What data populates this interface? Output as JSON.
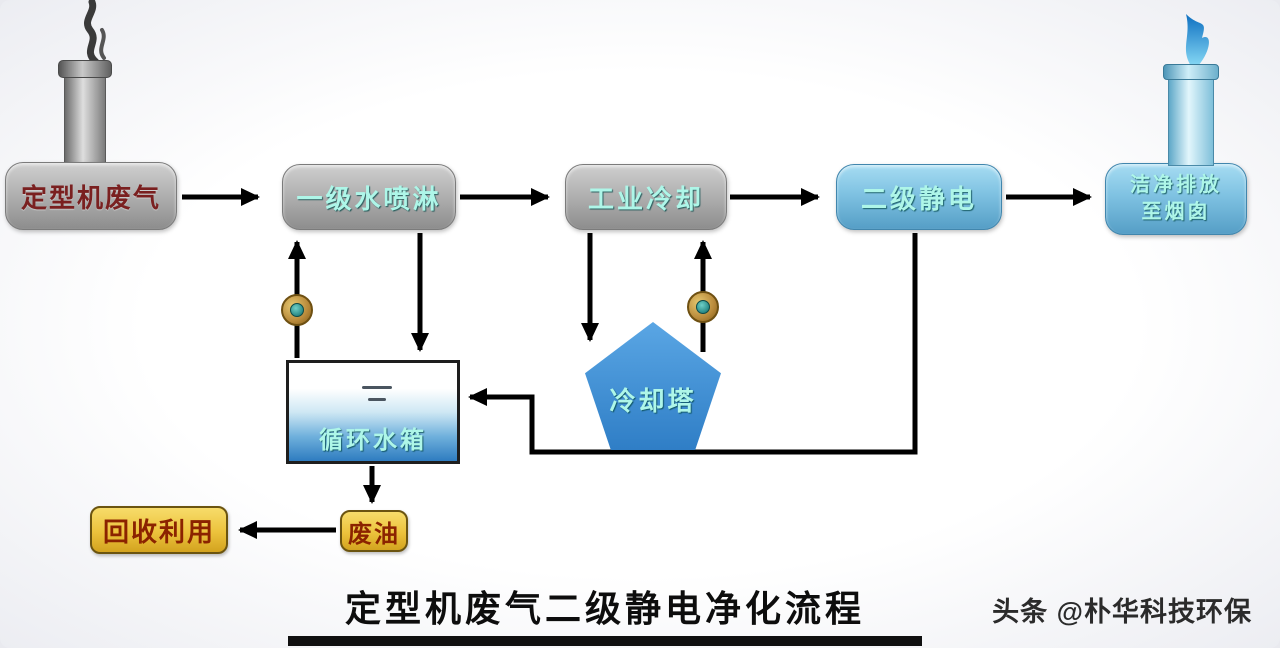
{
  "diagram": {
    "title": "定型机废气二级静电净化流程",
    "watermark": "头条 @朴华科技环保",
    "nodes": {
      "source": "定型机废气",
      "spray": "一级水喷淋",
      "cooling": "工业冷却",
      "electrostatic": "二级静电",
      "outlet_line1": "洁净排放",
      "outlet_line2": "至烟囱",
      "tank": "循环水箱",
      "tower": "冷却塔",
      "waste_oil": "废油",
      "recycle": "回收利用"
    },
    "colors": {
      "arrow": "#000000",
      "gray_box": "#b2b2b2",
      "blue_box": "#7fc2e2",
      "pentagon_blue": "#3d8fd8",
      "yellow_box": "#ecc23c",
      "label_cyan": "#aef6e8",
      "label_dark_red": "#7a2020",
      "smoke_gray": "#3a3a3a",
      "flame_blue": "#1a7fd4"
    }
  }
}
